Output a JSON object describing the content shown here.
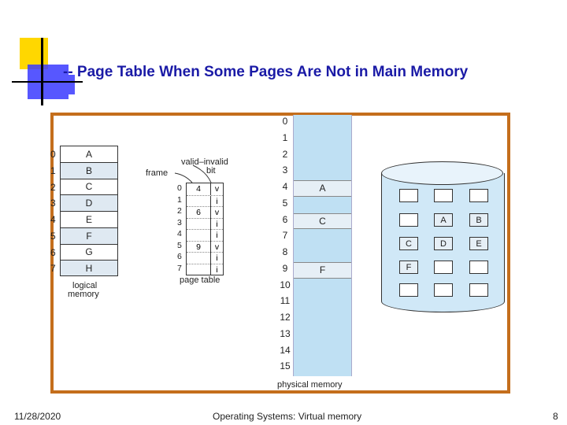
{
  "title": "-- Page Table When Some Pages Are Not in Main Memory",
  "logical_memory": {
    "label_line1": "logical",
    "label_line2": "memory",
    "pages": [
      {
        "num": "0",
        "label": "A"
      },
      {
        "num": "1",
        "label": "B"
      },
      {
        "num": "2",
        "label": "C"
      },
      {
        "num": "3",
        "label": "D"
      },
      {
        "num": "4",
        "label": "E"
      },
      {
        "num": "5",
        "label": "F"
      },
      {
        "num": "6",
        "label": "G"
      },
      {
        "num": "7",
        "label": "H"
      }
    ]
  },
  "page_table": {
    "label": "page table",
    "frame_label": "frame",
    "valid_invalid_label_line1": "valid–invalid",
    "valid_invalid_label_line2": "bit",
    "rows": [
      {
        "num": "0",
        "frame": "4",
        "bit": "v"
      },
      {
        "num": "1",
        "frame": "",
        "bit": "i"
      },
      {
        "num": "2",
        "frame": "6",
        "bit": "v"
      },
      {
        "num": "3",
        "frame": "",
        "bit": "i"
      },
      {
        "num": "4",
        "frame": "",
        "bit": "i"
      },
      {
        "num": "5",
        "frame": "9",
        "bit": "v"
      },
      {
        "num": "6",
        "frame": "",
        "bit": "i"
      },
      {
        "num": "7",
        "frame": "",
        "bit": "i"
      }
    ]
  },
  "physical_memory": {
    "label": "physical memory",
    "frames": [
      {
        "num": "0",
        "label": ""
      },
      {
        "num": "1",
        "label": ""
      },
      {
        "num": "2",
        "label": ""
      },
      {
        "num": "3",
        "label": ""
      },
      {
        "num": "4",
        "label": "A"
      },
      {
        "num": "5",
        "label": ""
      },
      {
        "num": "6",
        "label": "C"
      },
      {
        "num": "7",
        "label": ""
      },
      {
        "num": "8",
        "label": ""
      },
      {
        "num": "9",
        "label": "F"
      },
      {
        "num": "10",
        "label": ""
      },
      {
        "num": "11",
        "label": ""
      },
      {
        "num": "12",
        "label": ""
      },
      {
        "num": "13",
        "label": ""
      },
      {
        "num": "14",
        "label": ""
      },
      {
        "num": "15",
        "label": ""
      }
    ]
  },
  "disk": {
    "rows": [
      [
        "",
        "",
        ""
      ],
      [
        "",
        "A",
        "B"
      ],
      [
        "C",
        "D",
        "E"
      ],
      [
        "F",
        "",
        ""
      ],
      [
        "",
        "",
        ""
      ]
    ]
  },
  "footer": {
    "date": "11/28/2020",
    "course": "Operating Systems: Virtual memory",
    "page": "8"
  },
  "colors": {
    "title": "#1a1aa6",
    "frame_border": "#c46e1c",
    "memory_fill": "#bfe0f3",
    "disk_fill": "#d0e8f7"
  }
}
